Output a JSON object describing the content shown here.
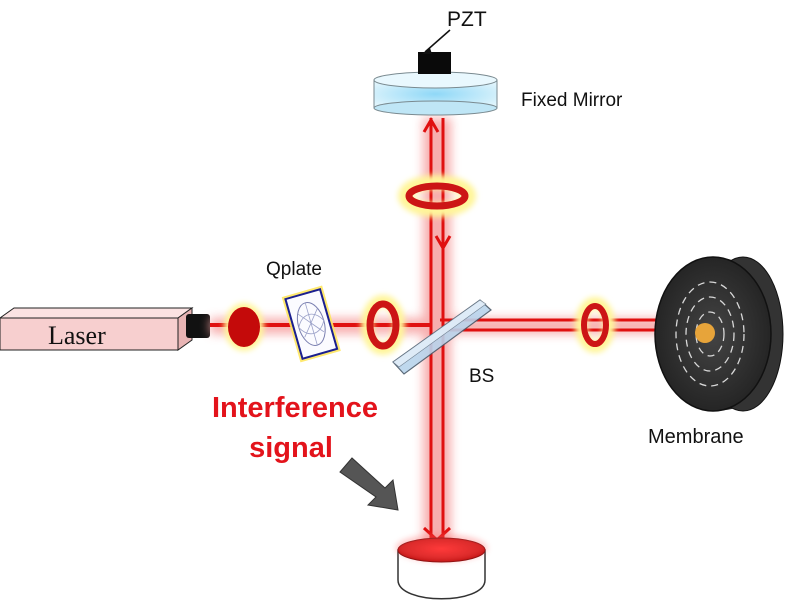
{
  "labels": {
    "pzt": "PZT",
    "fixed_mirror": "Fixed Mirror",
    "qplate": "Qplate",
    "laser": "Laser",
    "bs": "BS",
    "membrane": "Membrane",
    "signal_line1": "Interference",
    "signal_line2": "signal"
  },
  "colors": {
    "beam": "#e01010",
    "glow": "#f6a0a0",
    "ring": "#cc1515",
    "signal_text": "#e3131b",
    "mirror": "#c6ecfb",
    "laser_body": "#f7cfcf",
    "arrow": "#555555"
  }
}
